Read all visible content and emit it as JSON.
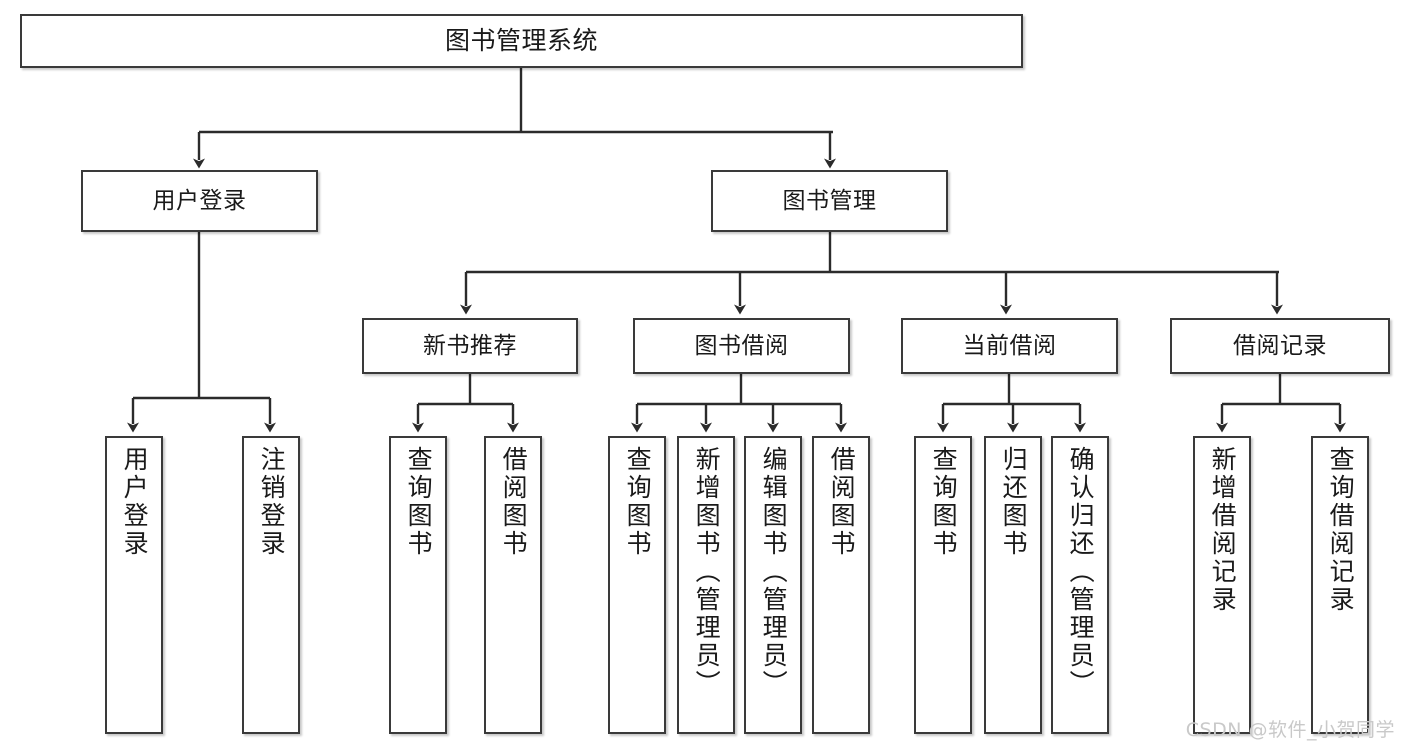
{
  "diagram": {
    "title": "图书管理系统",
    "colors": {
      "box_border": "#3a3a3a",
      "box_fill": "#ffffff",
      "line": "#2b2b2b",
      "text": "#1a1a1a",
      "watermark": "#c9c9c9"
    },
    "root": {
      "label": "图书管理系统"
    },
    "level2": [
      {
        "label": "用户登录"
      },
      {
        "label": "图书管理"
      }
    ],
    "level3": [
      {
        "label": "新书推荐"
      },
      {
        "label": "图书借阅"
      },
      {
        "label": "当前借阅"
      },
      {
        "label": "借阅记录"
      }
    ],
    "leaves": {
      "user_login": [
        {
          "label": "用户登录"
        },
        {
          "label": "注销登录"
        }
      ],
      "new_book_recommend": [
        {
          "label": "查询图书"
        },
        {
          "label": "借阅图书"
        }
      ],
      "book_borrow": [
        {
          "label": "查询图书"
        },
        {
          "label": "新增图书（管理员）"
        },
        {
          "label": "编辑图书（管理员）"
        },
        {
          "label": "借阅图书"
        }
      ],
      "current_borrow": [
        {
          "label": "查询图书"
        },
        {
          "label": "归还图书"
        },
        {
          "label": "确认归还（管理员）"
        }
      ],
      "borrow_record": [
        {
          "label": "新增借阅记录"
        },
        {
          "label": "查询借阅记录"
        }
      ]
    },
    "watermark": "CSDN @软件_小贺同学"
  }
}
